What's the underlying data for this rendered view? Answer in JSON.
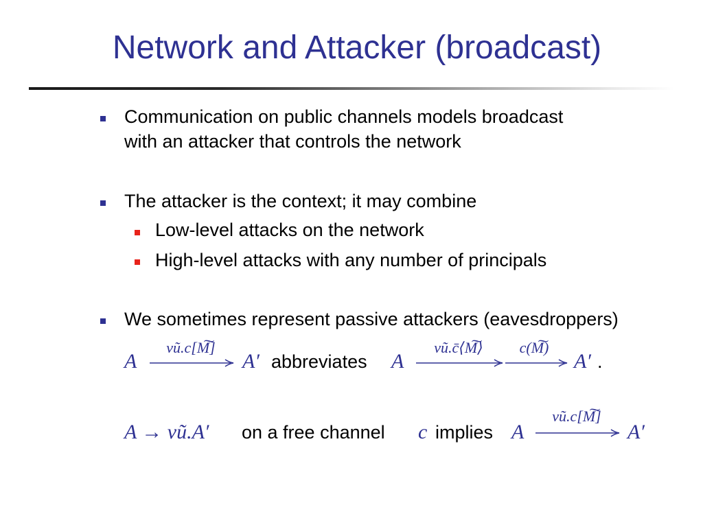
{
  "slide": {
    "title": "Network and Attacker (broadcast)",
    "bullets": [
      {
        "line1": "Communication on public channels models broadcast",
        "line2": "with an attacker that controls the network"
      },
      {
        "line1": "The attacker is the context; it may combine"
      },
      {
        "line1": "We sometimes represent passive attackers (eavesdroppers)"
      }
    ],
    "subbullets": [
      "Low-level attacks on the network",
      "High-level attacks with any number of principals"
    ],
    "formula1": {
      "lhs": "A",
      "label1": "νũ.c[M͠]",
      "rhs1": "A′",
      "mid_text": "abbreviates",
      "lhs2": "A",
      "label2": "νũ.c̄⟨M͠⟩",
      "label3": "c(M͠)",
      "rhs2": "A′",
      "end": "."
    },
    "formula2": {
      "lhs": "A → νũ.A′",
      "text1": "on a free channel",
      "channel": "c",
      "text2": "implies",
      "lhs2": "A",
      "label": "νũ.c[M͠]",
      "rhs": "A′"
    },
    "colors": {
      "title": "#2e3192",
      "bullet_main": "#2e3192",
      "bullet_sub": "#e8231b",
      "math": "#2e3192"
    }
  }
}
